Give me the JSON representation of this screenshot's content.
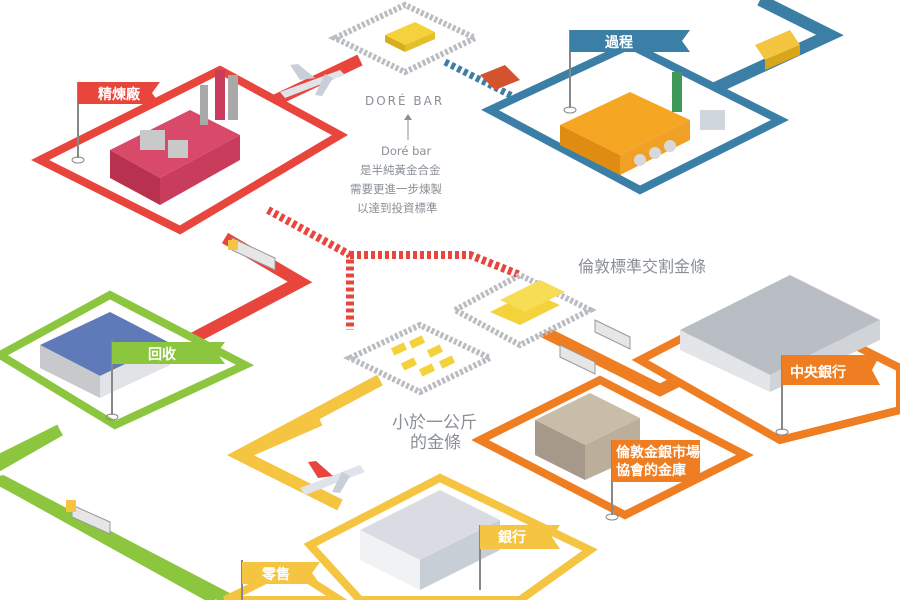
{
  "flags": {
    "refinery": "精煉廠",
    "process": "過程",
    "recycle": "回收",
    "central_bank": "中央銀行",
    "lbma_vault_line1": "倫敦金銀市場",
    "lbma_vault_line2": "協會的金庫",
    "bank": "銀行",
    "retail": "零售"
  },
  "labels": {
    "dore_bar": "DORÉ BAR",
    "dore_note_1": "Doré bar",
    "dore_note_2": "是半純黃金合金",
    "dore_note_3": "需要更進一步煉製",
    "dore_note_4": "以達到投資標準",
    "london_good_delivery": "倫敦標準交割金條",
    "small_bars_1": "小於一公斤",
    "small_bars_2": "的金條"
  },
  "colors": {
    "refinery_red": "#e8453c",
    "process_blue": "#3b7fa6",
    "recycle_green": "#8cc63f",
    "bank_yellow": "#f5c542",
    "vault_orange": "#ef7d22",
    "central_orange": "#ef7d22"
  }
}
